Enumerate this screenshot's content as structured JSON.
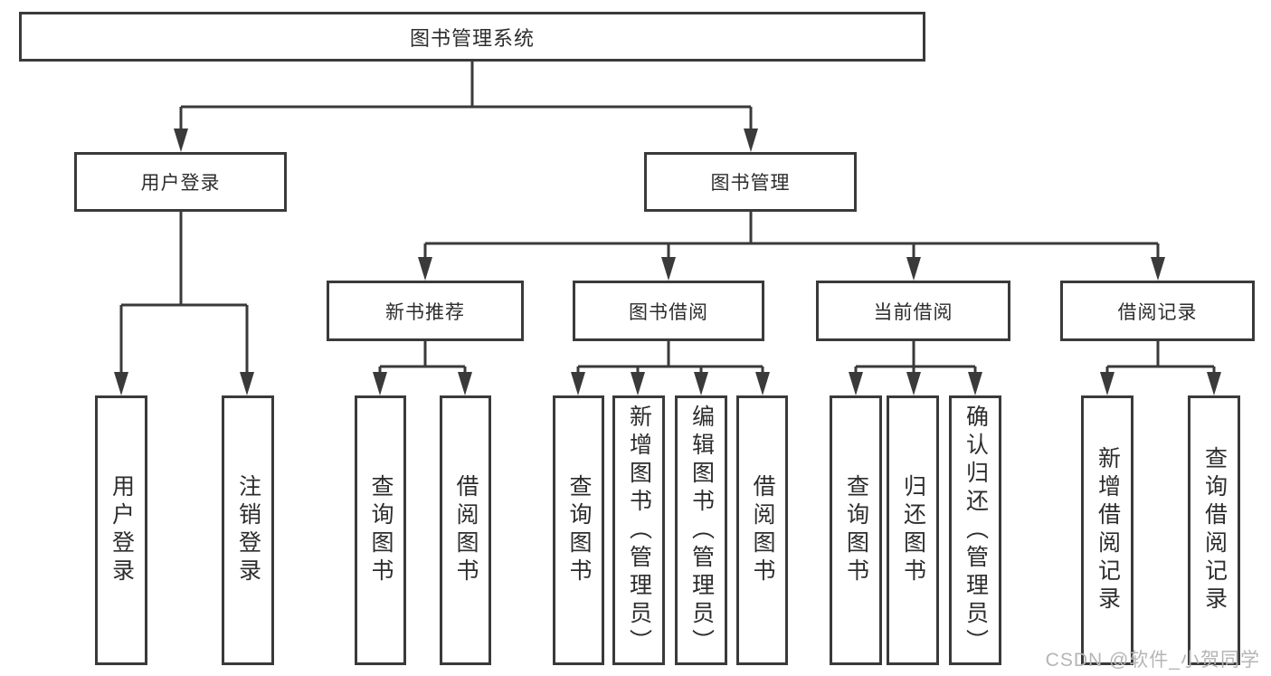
{
  "tree": {
    "label": "图书管理系统",
    "children": [
      {
        "label": "用户登录",
        "children": [
          {
            "label": "用户登录"
          },
          {
            "label": "注销登录"
          }
        ]
      },
      {
        "label": "图书管理",
        "children": [
          {
            "label": "新书推荐",
            "children": [
              {
                "label": "查询图书"
              },
              {
                "label": "借阅图书"
              }
            ]
          },
          {
            "label": "图书借阅",
            "children": [
              {
                "label": "查询图书"
              },
              {
                "label": "新增图书（管理员）"
              },
              {
                "label": "编辑图书（管理员）"
              },
              {
                "label": "借阅图书"
              }
            ]
          },
          {
            "label": "当前借阅",
            "children": [
              {
                "label": "查询图书"
              },
              {
                "label": "归还图书"
              },
              {
                "label": "确认归还（管理员）"
              }
            ]
          },
          {
            "label": "借阅记录",
            "children": [
              {
                "label": "新增借阅记录"
              },
              {
                "label": "查询借阅记录"
              }
            ]
          }
        ]
      }
    ]
  },
  "watermark": {
    "text": "CSDN @软件_小贺同学",
    "color": "#b5b5b5"
  },
  "colors": {
    "line": "#3a3a3a",
    "text": "#2d2d2d",
    "background": "#ffffff"
  }
}
